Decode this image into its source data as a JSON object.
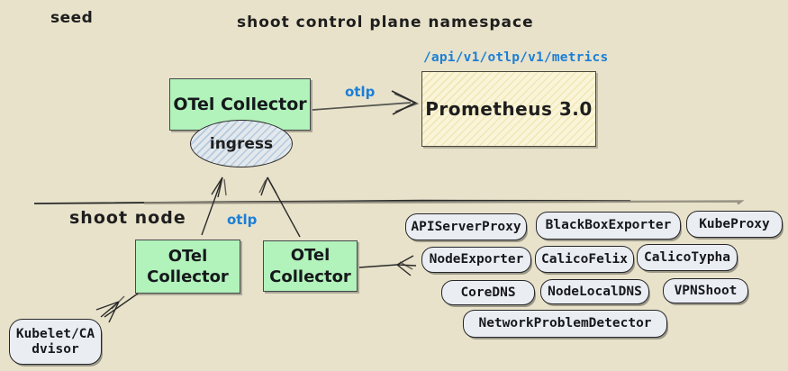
{
  "labels": {
    "seed": "seed",
    "namespace": "shoot control plane namespace",
    "shoot_node": "shoot node"
  },
  "seed_collector": {
    "label": "OTel Collector"
  },
  "ingress": {
    "label": "ingress"
  },
  "prometheus": {
    "label": "Prometheus 3.0",
    "endpoint": "/api/v1/otlp/v1/metrics"
  },
  "otlp": {
    "top": "otlp",
    "bottom": "otlp"
  },
  "node_collectors": [
    {
      "label": "OTel\nCollector"
    },
    {
      "label": "OTel\nCollector"
    }
  ],
  "kubelet": {
    "label": "Kubelet/CA\ndvisor"
  },
  "exporters": [
    "APIServerProxy",
    "BlackBoxExporter",
    "KubeProxy",
    "NodeExporter",
    "CalicoFelix",
    "CalicoTypha",
    "CoreDNS",
    "NodeLocalDNS",
    "VPNShoot",
    "NetworkProblemDetector"
  ],
  "colors": {
    "background": "#e8e2ca",
    "node_green": "#b2f2bb",
    "prometheus_fill": "#faf5d8",
    "pill_fill": "#eaeef3",
    "accent_blue": "#1c7ed6",
    "ink": "#1e1e1e"
  }
}
